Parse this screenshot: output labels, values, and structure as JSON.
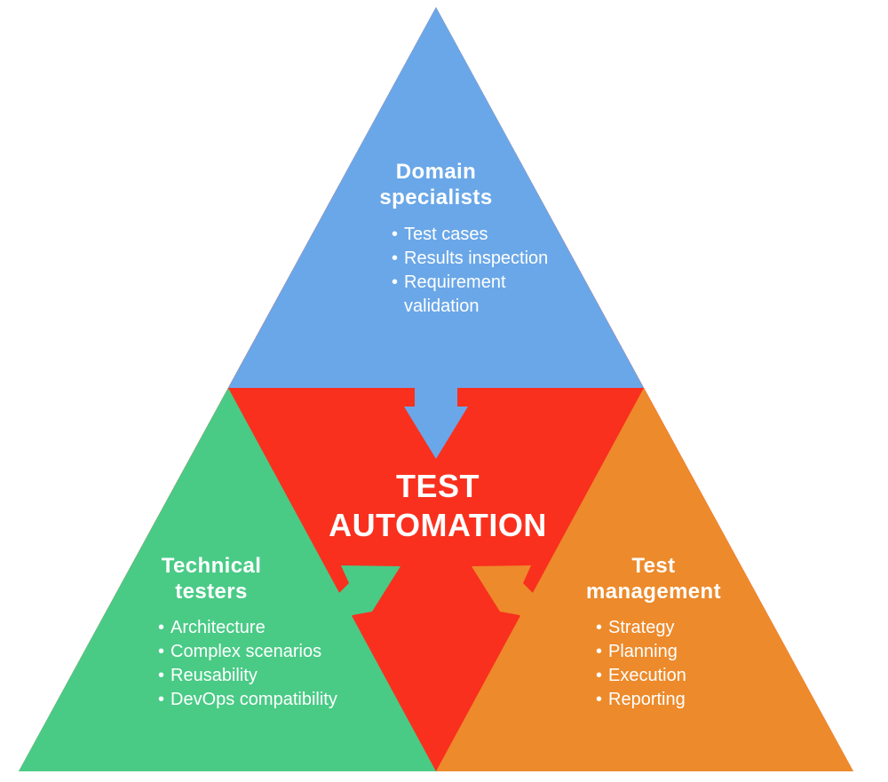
{
  "colors": {
    "background": "#ffffff",
    "blue": "#6aa7e8",
    "red": "#f9301e",
    "green": "#49cb86",
    "orange": "#ed8a2b",
    "text": "#ffffff"
  },
  "glyphs": {
    "bullet": "•"
  },
  "center": {
    "line1": "TEST",
    "line2": "AUTOMATION"
  },
  "sections": {
    "domain_specialists": {
      "heading_line1": "Domain",
      "heading_line2": "specialists",
      "bullets": [
        "Test cases",
        "Results inspection",
        "Requirement validation"
      ]
    },
    "technical_testers": {
      "heading_line1": "Technical",
      "heading_line2": "testers",
      "bullets": [
        "Architecture",
        "Complex scenarios",
        "Reusability",
        "DevOps compatibility"
      ]
    },
    "test_management": {
      "heading_line1": "Test",
      "heading_line2": "management",
      "bullets": [
        "Strategy",
        "Planning",
        "Execution",
        "Reporting"
      ]
    }
  }
}
